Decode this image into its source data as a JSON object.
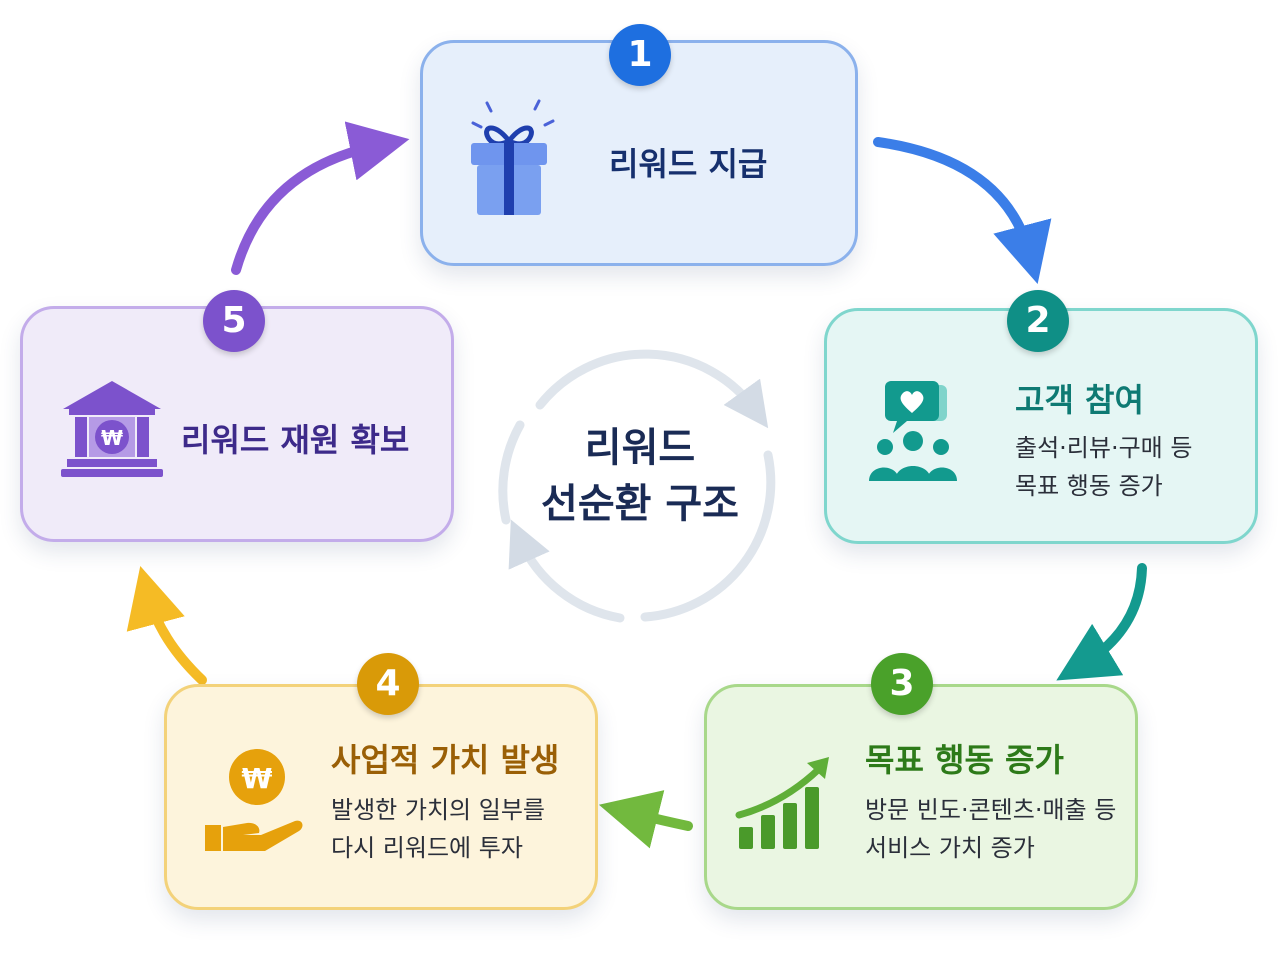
{
  "center": {
    "line1": "리워드",
    "line2": "선순환 구조"
  },
  "steps": [
    {
      "number": "1",
      "title": "리워드 지급",
      "icon": "gift-icon",
      "color": "#1e6fe0"
    },
    {
      "number": "2",
      "title": "고객 참여",
      "icon": "community-chat-icon",
      "color": "#0f8f86",
      "description": [
        "출석·리뷰·구매 등",
        "목표 행동 증가"
      ]
    },
    {
      "number": "3",
      "title": "목표 행동 증가",
      "icon": "growth-chart-icon",
      "color": "#4aa12a",
      "description": [
        "방문 빈도·콘텐츠·매출 등",
        "서비스 가치 증가"
      ]
    },
    {
      "number": "4",
      "title": "사업적 가치 발생",
      "icon": "hand-coin-icon",
      "color": "#d99a08",
      "coin_symbol": "₩",
      "description": [
        "발생한 가치의 일부를",
        "다시 리워드에 투자"
      ]
    },
    {
      "number": "5",
      "title": "리워드 재원 확보",
      "icon": "bank-icon",
      "color": "#7c52cc",
      "coin_symbol": "₩"
    }
  ]
}
